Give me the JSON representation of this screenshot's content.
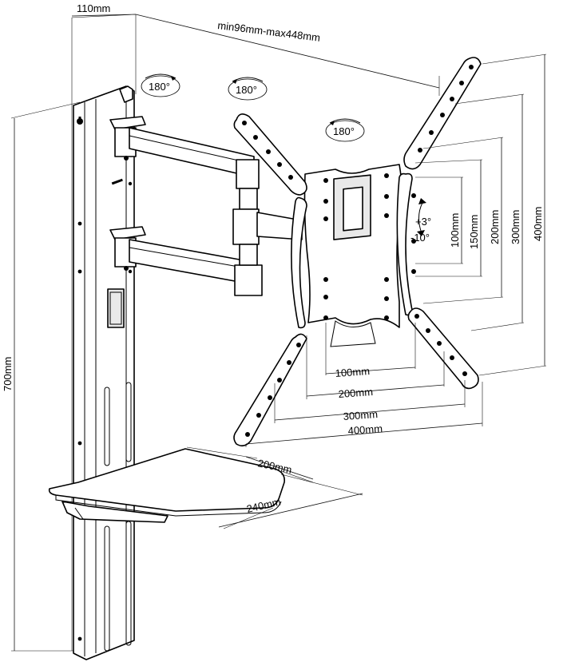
{
  "dimensions": {
    "top_width": "110mm",
    "arm_extension": "min96mm-max448mm",
    "total_height": "700mm",
    "vesa_h_100": "100mm",
    "vesa_h_200": "200mm",
    "vesa_h_300": "300mm",
    "vesa_h_400": "400mm",
    "vesa_v_100": "100mm",
    "vesa_v_150": "150mm",
    "vesa_v_200": "200mm",
    "vesa_v_300": "300mm",
    "vesa_v_400": "400mm",
    "shelf_depth": "200mm",
    "shelf_width": "240mm"
  },
  "rotations": {
    "wall_swivel": "180°",
    "arm_swivel": "180°",
    "plate_rotation": "180°"
  },
  "tilt": {
    "up": "+3°",
    "down": "-10°"
  }
}
